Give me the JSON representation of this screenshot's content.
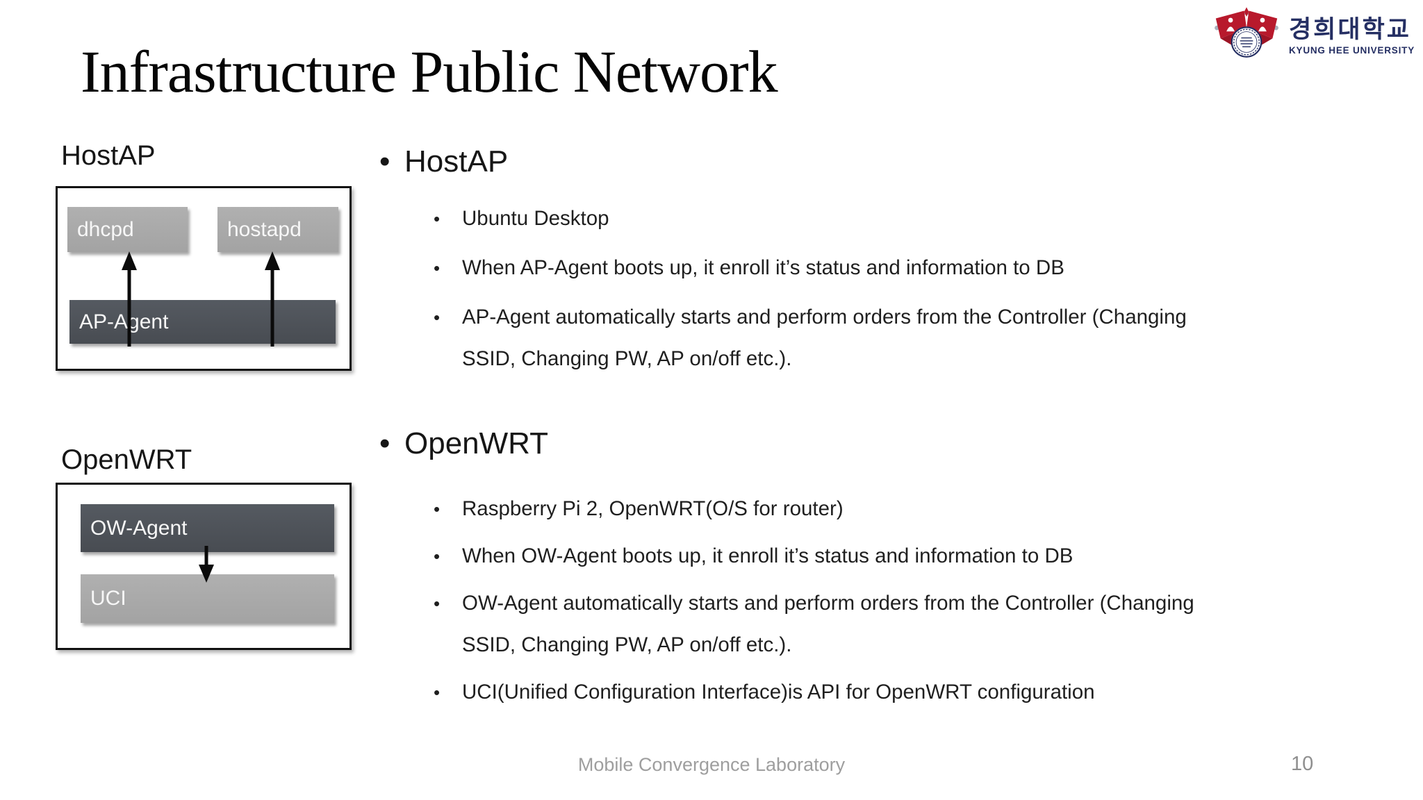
{
  "slide": {
    "title": "Infrastructure Public Network",
    "footer_text": "Mobile Convergence Laboratory",
    "page_number": "10"
  },
  "logo": {
    "korean_name": "경희대학교",
    "english_name": "KYUNG HEE UNIVERSITY"
  },
  "glyphs": {
    "bullet": "•"
  },
  "diagrams": {
    "hostap": {
      "label": "HostAP",
      "nodes": {
        "dhcpd": "dhcpd",
        "hostapd": "hostapd",
        "agent": "AP-Agent"
      }
    },
    "openwrt": {
      "label": "OpenWRT",
      "nodes": {
        "agent": "OW-Agent",
        "uci": "UCI"
      }
    }
  },
  "content": {
    "sections": [
      {
        "heading": "HostAP",
        "bullets": [
          "Ubuntu Desktop",
          "When AP-Agent boots up, it enroll it’s status and information to DB",
          "AP-Agent automatically starts and perform orders from the Controller (Changing\nSSID, Changing PW, AP on/off etc.)."
        ]
      },
      {
        "heading": "OpenWRT",
        "bullets": [
          "Raspberry Pi 2, OpenWRT(O/S for router)",
          "When OW-Agent boots up, it enroll it’s status and information to DB",
          "OW-Agent automatically starts and perform orders from the Controller (Changing\nSSID, Changing PW, AP on/off etc.).",
          "UCI(Unified Configuration Interface)is API for OpenWRT configuration"
        ]
      }
    ]
  },
  "colors": {
    "node_light_gray": "#a6a6a6",
    "node_dark_gray": "#4e535a",
    "frame_border": "#101010",
    "logo_red": "#b8192c",
    "logo_navy": "#252f63",
    "footer_gray": "#9e9e9e"
  }
}
